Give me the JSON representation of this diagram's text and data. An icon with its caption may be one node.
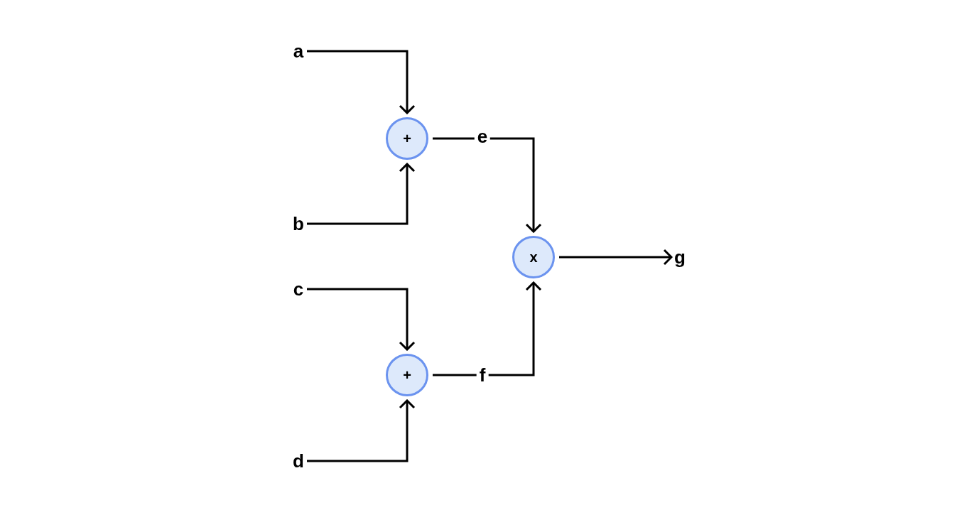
{
  "diagram": {
    "nodes": [
      {
        "text": [
          "a"
        ]
      },
      {
        "text": [
          "b"
        ]
      },
      {
        "text": [
          "c"
        ]
      },
      {
        "text": [
          "d"
        ]
      },
      {
        "text": [
          "+"
        ]
      },
      {
        "text": [
          "+"
        ]
      },
      {
        "text": [
          "x"
        ]
      },
      {
        "text": [
          "g"
        ]
      }
    ],
    "edges": [
      {
        "from": 0,
        "to": 4,
        "arrow": "to"
      },
      {
        "from": 1,
        "to": 4,
        "arrow": "to"
      },
      {
        "from": 2,
        "to": 5,
        "arrow": "to"
      },
      {
        "from": 3,
        "to": 5,
        "arrow": "to"
      },
      {
        "from": 4,
        "to": 6,
        "arrow": "to",
        "label": "e"
      },
      {
        "from": 5,
        "to": 6,
        "arrow": "to",
        "label": "f"
      },
      {
        "from": 6,
        "to": 7,
        "arrow": "to"
      }
    ]
  }
}
